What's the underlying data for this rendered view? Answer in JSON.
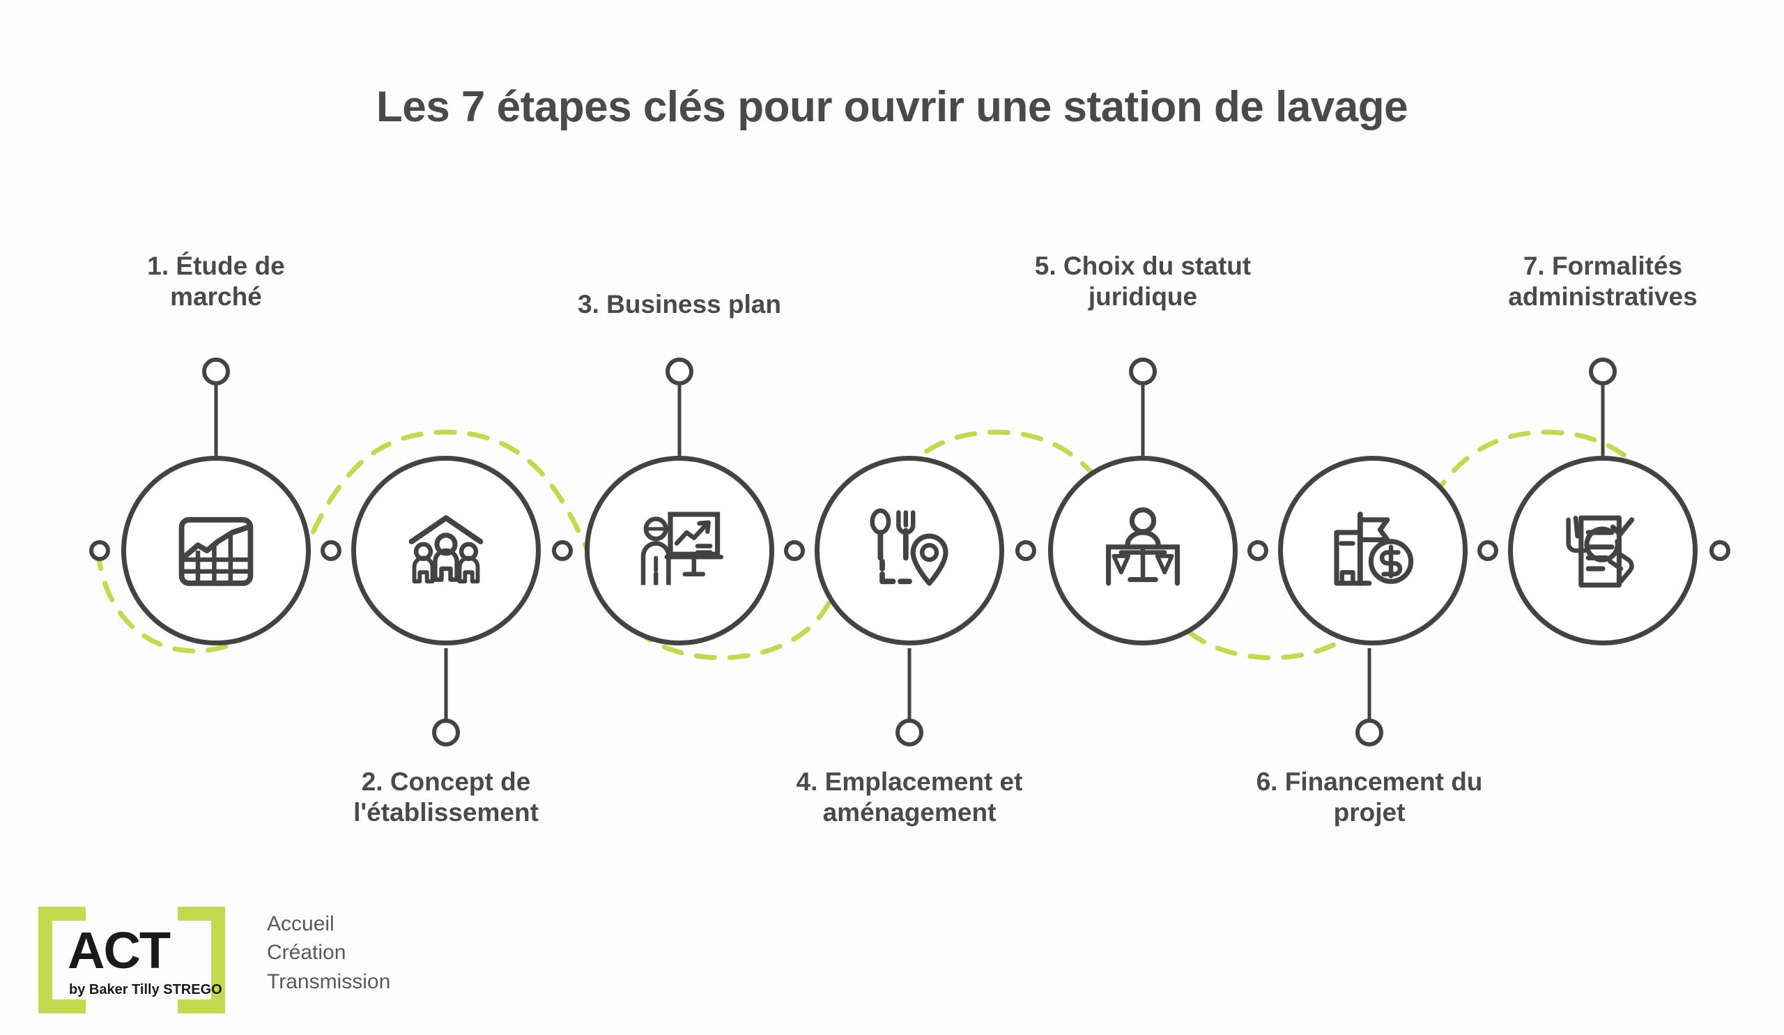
{
  "title": "Les 7 étapes clés pour ouvrir une station de lavage",
  "colors": {
    "ink": "#434343",
    "text": "#4a4a4a",
    "accent_green": "#c3d94e",
    "background": "#fdfdfd",
    "logo_black": "#1a1a1a",
    "logo_subtext": "#58595b"
  },
  "steps": [
    {
      "number": "1.",
      "label": "1. Étude de\nmarché",
      "line1": "1. Étude de",
      "line2": "marché",
      "icon": "market-chart-icon",
      "position": "above"
    },
    {
      "number": "2.",
      "label": "2. Concept de\nl'établissement",
      "line1": "2. Concept de",
      "line2": "l'établissement",
      "icon": "people-under-roof-icon",
      "position": "below"
    },
    {
      "number": "3.",
      "label": "3. Business plan",
      "line1": "3. Business plan",
      "line2": "",
      "icon": "presentation-growth-icon",
      "position": "above"
    },
    {
      "number": "4.",
      "label": "4. Emplacement et\naménagement",
      "line1": "4. Emplacement et",
      "line2": "aménagement",
      "icon": "cutlery-location-pin-icon",
      "position": "below"
    },
    {
      "number": "5.",
      "label": "5. Choix du statut\njuridique",
      "line1": "5. Choix du statut",
      "line2": "juridique",
      "icon": "justice-scales-person-icon",
      "position": "above"
    },
    {
      "number": "6.",
      "label": "6. Financement du\nprojet",
      "line1": "6. Financement du",
      "line2": "projet",
      "icon": "buildings-money-icon",
      "position": "below"
    },
    {
      "number": "7.",
      "label": "7. Formalités\nadministratives",
      "line1": "7. Formalités",
      "line2": "administratives",
      "icon": "document-check-hands-icon",
      "position": "above"
    }
  ],
  "logo": {
    "brand": "ACT",
    "tagline": "by Baker Tilly STREGO",
    "services": [
      "Accueil",
      "Création",
      "Transmission"
    ]
  }
}
